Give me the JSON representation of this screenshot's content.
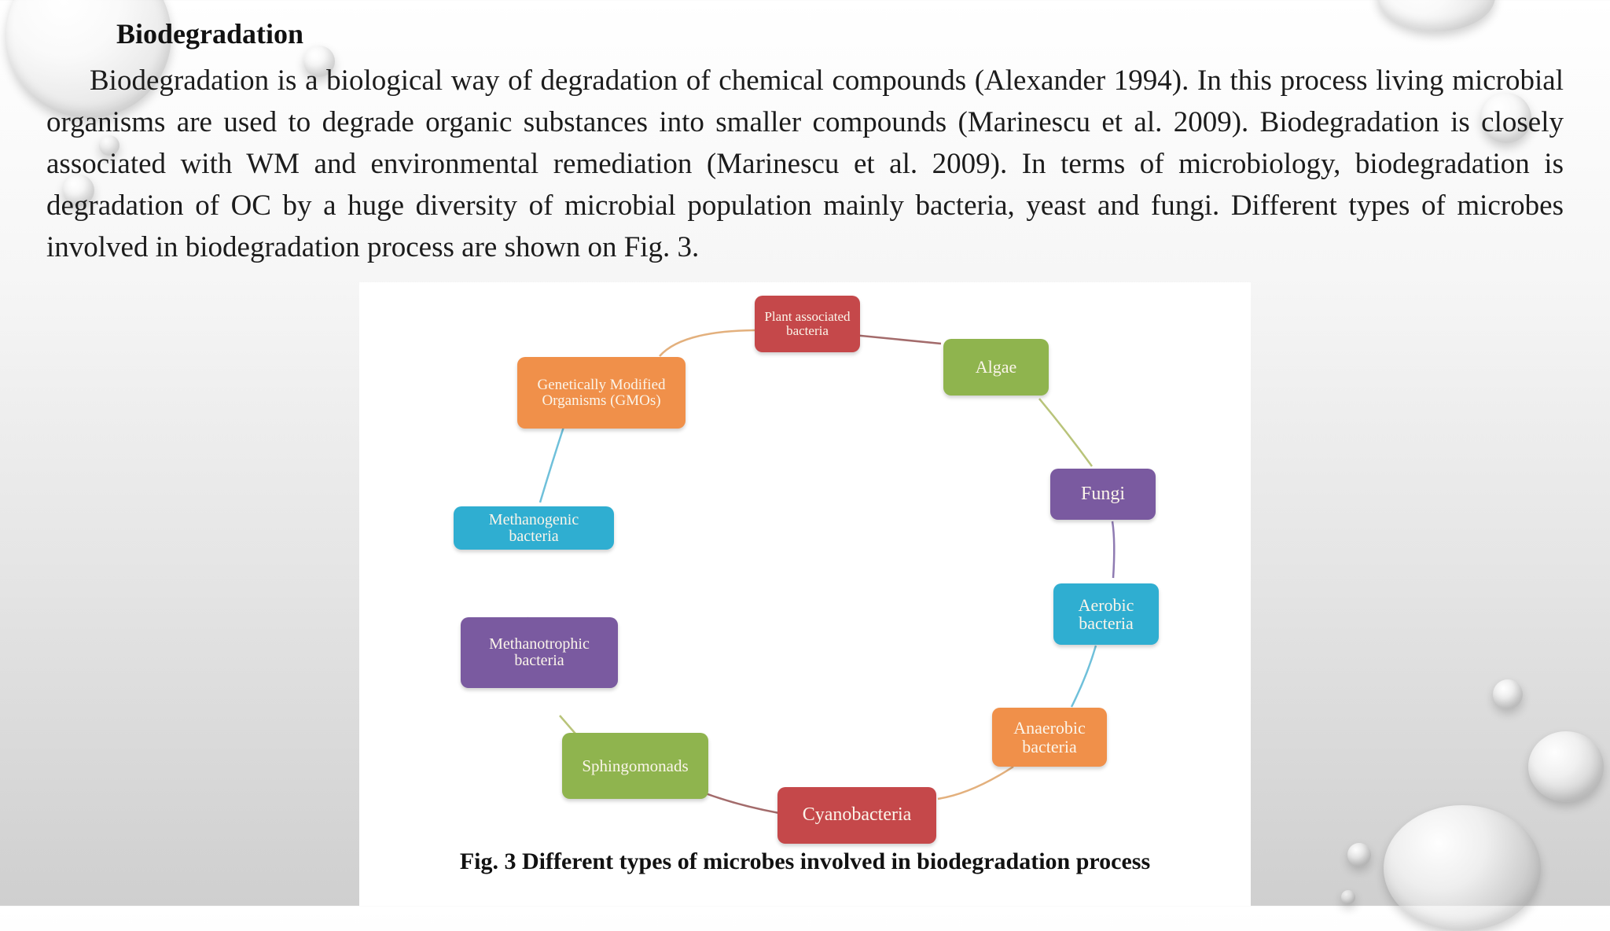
{
  "slide": {
    "heading": "Biodegradation",
    "paragraph": "Biodegradation is a biological way of degradation of chemical compounds (Alexander 1994). In this process living microbial organisms are used to degrade organic substances into smaller compounds (Marinescu et al. 2009). Biodegradation is closely associated with WM and environmental remediation (Marinescu et al. 2009). In terms of microbiology, biodegradation is degradation of OC by a huge diversity of microbial population mainly bacteria, yeast and fungi. Different types of microbes involved in biodegradation process are shown on Fig. 3."
  },
  "figure": {
    "caption": "Fig. 3 Different types of microbes involved in biodegradation process",
    "nodes": [
      {
        "label": "Plant associated bacteria",
        "color": "#c5484a"
      },
      {
        "label": "Algae",
        "color": "#8fb44e"
      },
      {
        "label": "Fungi",
        "color": "#7a5aa0"
      },
      {
        "label": "Aerobic bacteria",
        "color": "#2faed1"
      },
      {
        "label": "Anaerobic bacteria",
        "color": "#f0904a"
      },
      {
        "label": "Cyanobacteria",
        "color": "#c5484a"
      },
      {
        "label": "Sphingomonads",
        "color": "#8fb44e"
      },
      {
        "label": "Methanotrophic bacteria",
        "color": "#7a5aa0"
      },
      {
        "label": "Methanogenic bacteria",
        "color": "#2faed1"
      },
      {
        "label": "Genetically Modified Organisms (GMOs)",
        "color": "#f0904a"
      }
    ]
  }
}
